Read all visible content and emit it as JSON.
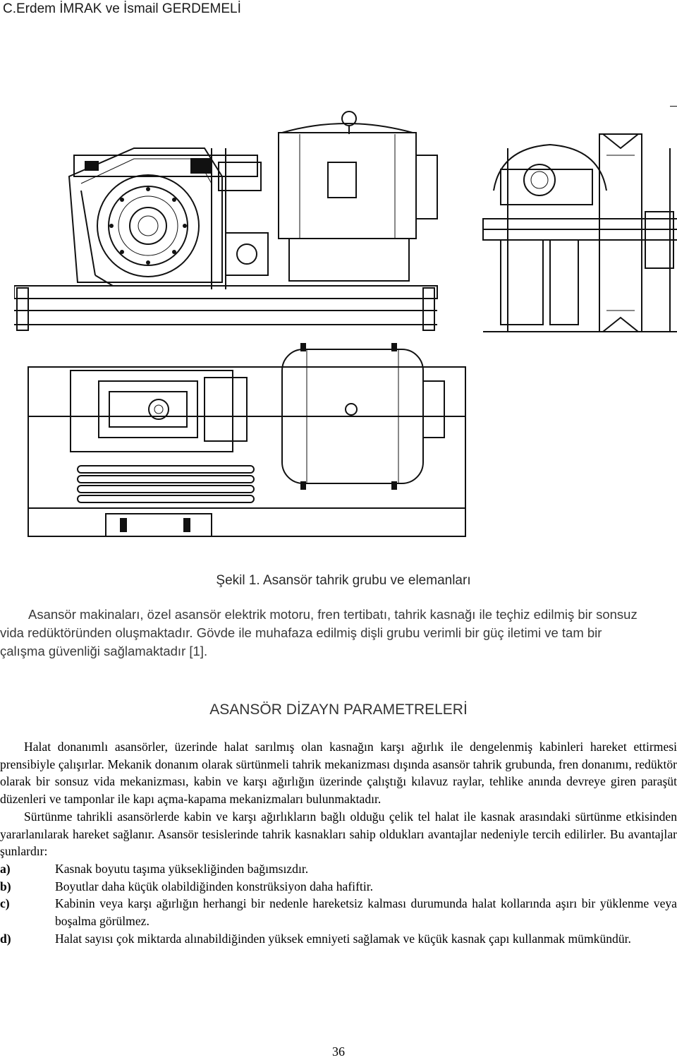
{
  "header": {
    "authors": "C.Erdem İMRAK ve İsmail GERDEMELİ"
  },
  "figure": {
    "caption": "Şekil 1. Asansör tahrik grubu ve elemanları"
  },
  "intro": {
    "lines": [
      "Asansör makinaları, özel asansör elektrik motoru, fren tertibatı, tahrik kasnağı ile teçhiz edilmiş bir sonsuz",
      "vida redüktöründen oluşmaktadır. Gövde ile muhafaza edilmiş dişli grubu verimli bir güç iletimi ve tam bir",
      "çalışma güvenliği sağlamaktadır [1]."
    ]
  },
  "section": {
    "title": "ASANSÖR DİZAYN PARAMETRELERİ",
    "paragraph1": "Halat donanımlı asansörler, üzerinde halat sarılmış olan kasnağın karşı ağırlık ile dengelenmiş kabinleri hareket ettirmesi prensibiyle çalışırlar. Mekanik donanım olarak sürtünmeli tahrik mekanizması dışında asansör tahrik grubunda, fren donanımı, redüktör olarak bir sonsuz vida mekanizması, kabin ve karşı ağırlığın üzerinde çalıştığı kılavuz raylar, tehlike anında devreye giren paraşüt düzenleri ve tamponlar ile kapı açma-kapama mekanizmaları bulunmaktadır.",
    "paragraph2": "Sürtünme tahrikli asansörlerde kabin ve karşı ağırlıkların bağlı olduğu çelik tel halat ile kasnak arasındaki sürtünme etkisinden yararlanılarak hareket sağlanır. Asansör tesislerinde tahrik kasnakları sahip oldukları avantajlar nedeniyle tercih edilirler. Bu avantajlar şunlardır:",
    "items": [
      {
        "marker": "a)",
        "text": "Kasnak boyutu taşıma yüksekliğinden bağımsızdır."
      },
      {
        "marker": "b)",
        "text": "Boyutlar daha küçük olabildiğinden konstrüksiyon daha hafiftir."
      },
      {
        "marker": "c)",
        "text": "Kabinin veya karşı ağırlığın herhangi bir nedenle hareketsiz kalması durumunda halat kollarında aşırı bir yüklenme veya boşalma görülmez."
      },
      {
        "marker": "d)",
        "text": "Halat sayısı çok miktarda alınabildiğinden yüksek emniyeti sağlamak ve küçük kasnak çapı kullanmak mümkündür."
      }
    ]
  },
  "page": {
    "number": "36"
  }
}
